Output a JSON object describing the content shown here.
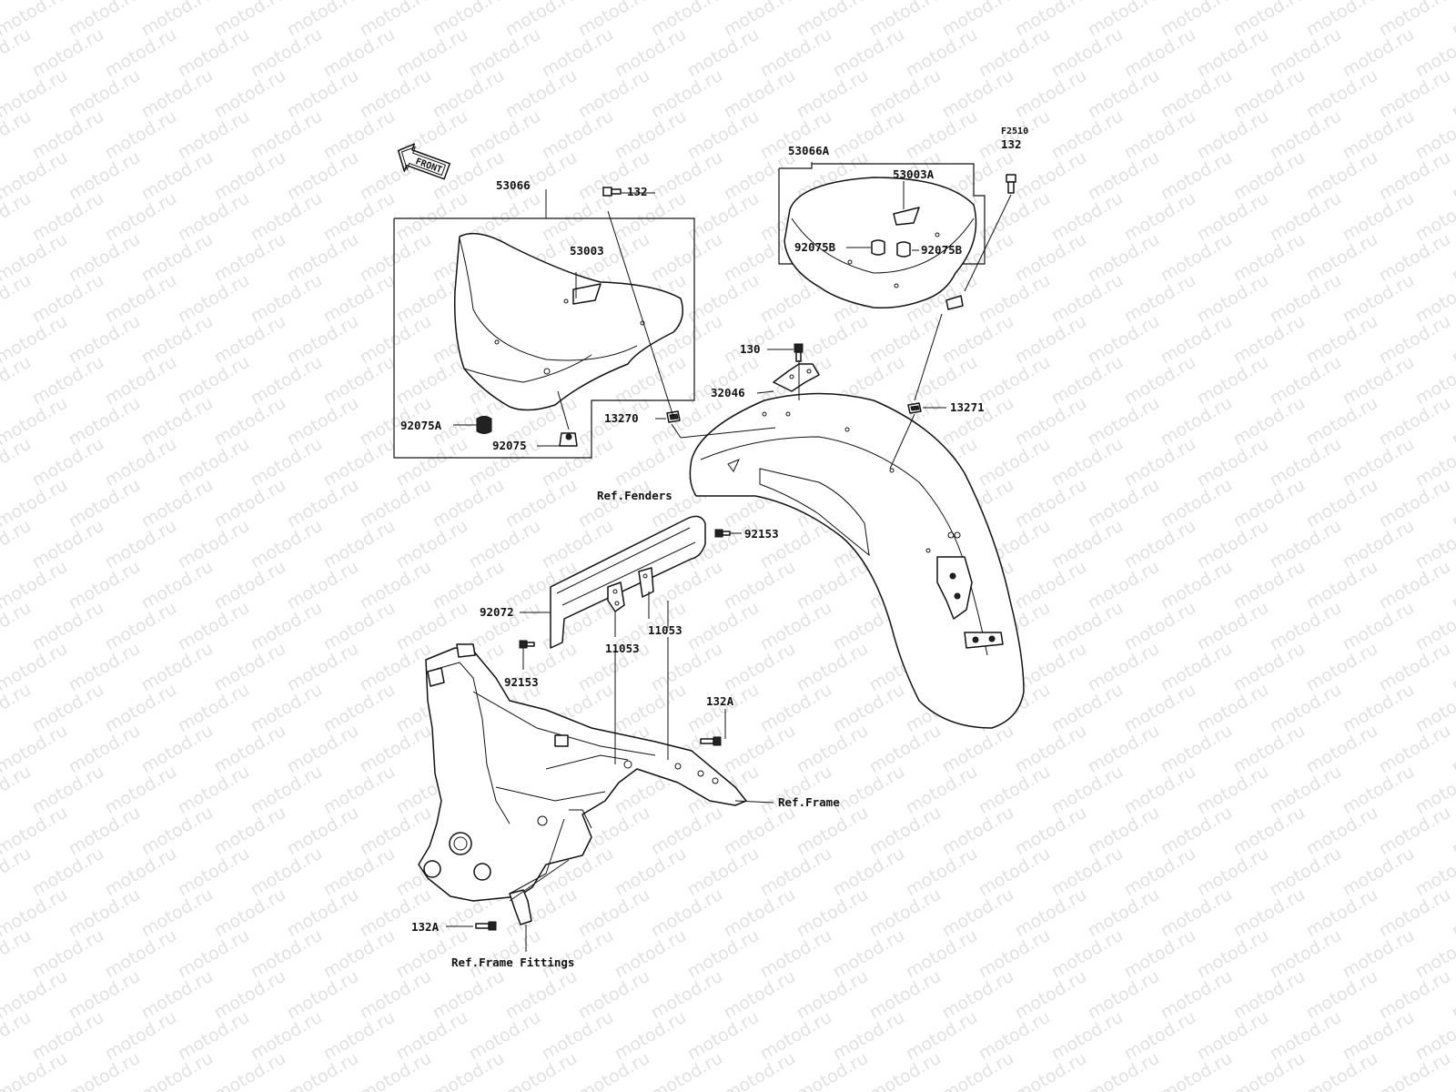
{
  "watermark": "motod.ru",
  "diagram_code": "F2510",
  "front_badge": "FRONT",
  "labels": {
    "p53066": "53066",
    "p132_a": "132",
    "p53003": "53003",
    "p92075A": "92075A",
    "p92075": "92075",
    "p13270": "13270",
    "p53066A": "53066A",
    "p53003A": "53003A",
    "p132_b": "132",
    "p92075B_a": "92075B",
    "p92075B_b": "92075B",
    "p130": "130",
    "p32046": "32046",
    "p13271": "13271",
    "ref_fenders": "Ref.Fenders",
    "p92153_a": "92153",
    "p92072": "92072",
    "p11053_a": "11053",
    "p11053_b": "11053",
    "p92153_b": "92153",
    "p132A_a": "132A",
    "ref_frame": "Ref.Frame",
    "p132A_b": "132A",
    "ref_frame_fittings": "Ref.Frame Fittings"
  }
}
